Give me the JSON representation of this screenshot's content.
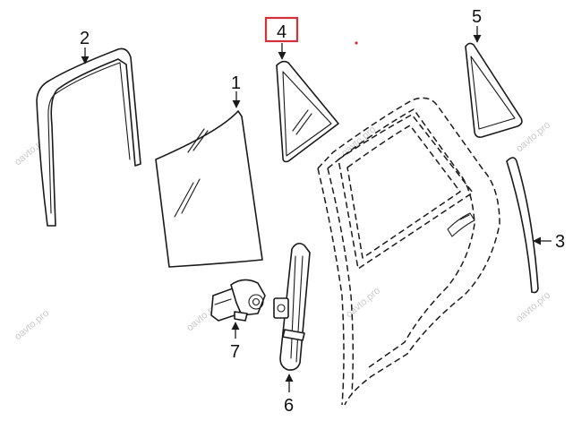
{
  "callouts": {
    "c1": "1",
    "c2": "2",
    "c3": "3",
    "c4": "4",
    "c5": "5",
    "c6": "6",
    "c7": "7"
  },
  "watermark": "oavto.pro",
  "colors": {
    "highlight": "#d6303a",
    "line": "#1a1a1a",
    "watermark": "#c9c9c9"
  }
}
